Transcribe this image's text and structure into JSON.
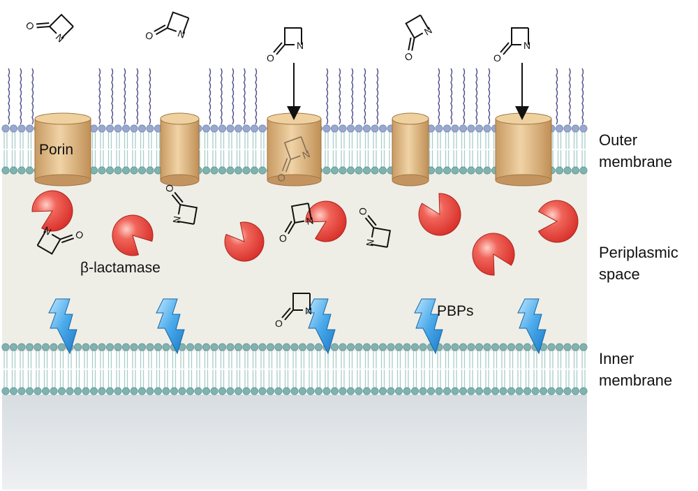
{
  "labels": {
    "porin": "Porin",
    "beta_lactamase": "β-lactamase",
    "pbps": "PBPs",
    "outer_membrane": [
      "Outer",
      "membrane"
    ],
    "periplasmic_space": [
      "Periplasmic",
      "space"
    ],
    "inner_membrane": [
      "Inner",
      "membrane"
    ]
  },
  "atoms": {
    "oxygen": "O",
    "nitrogen": "N"
  },
  "colors": {
    "periplasm": "#efeee6",
    "cytoplasm_top": "#dfe3e6",
    "porin": "#d9b07c",
    "lipid_head_outer": "#9aa6d4",
    "lipid_head": "#7fb3b0",
    "lipid_tail": "#a8ccc8",
    "lps_chain": "#4a4a86",
    "beta_lactamase": "#e8473d",
    "pbp": "#3aa0e0"
  },
  "icons": [
    "beta-lactam-ring-icon",
    "porin-channel-icon",
    "beta-lactamase-enzyme-icon",
    "pbp-lightning-icon",
    "lps-chain-icon"
  ]
}
